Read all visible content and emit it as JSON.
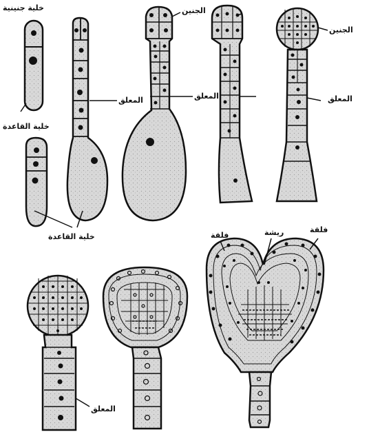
{
  "labels": {
    "embryonic_cell": "خلية جنينية",
    "basal_cell_top": "خلية القاعدة",
    "basal_cell_bottom": "خلية القاعدة",
    "suspensor_1": "المعلق",
    "suspensor_2": "المعلق",
    "suspensor_3": "المعلق",
    "suspensor_4": "المعلق",
    "embryo_1": "الجنين",
    "embryo_2": "الجنين",
    "cotyledon_left": "فلقة",
    "cotyledon_right": "فلقة",
    "plumule": "ريشة"
  },
  "colors": {
    "cell_fill": "#dcdcdc",
    "outline": "#111111",
    "nucleus": "#111111"
  }
}
